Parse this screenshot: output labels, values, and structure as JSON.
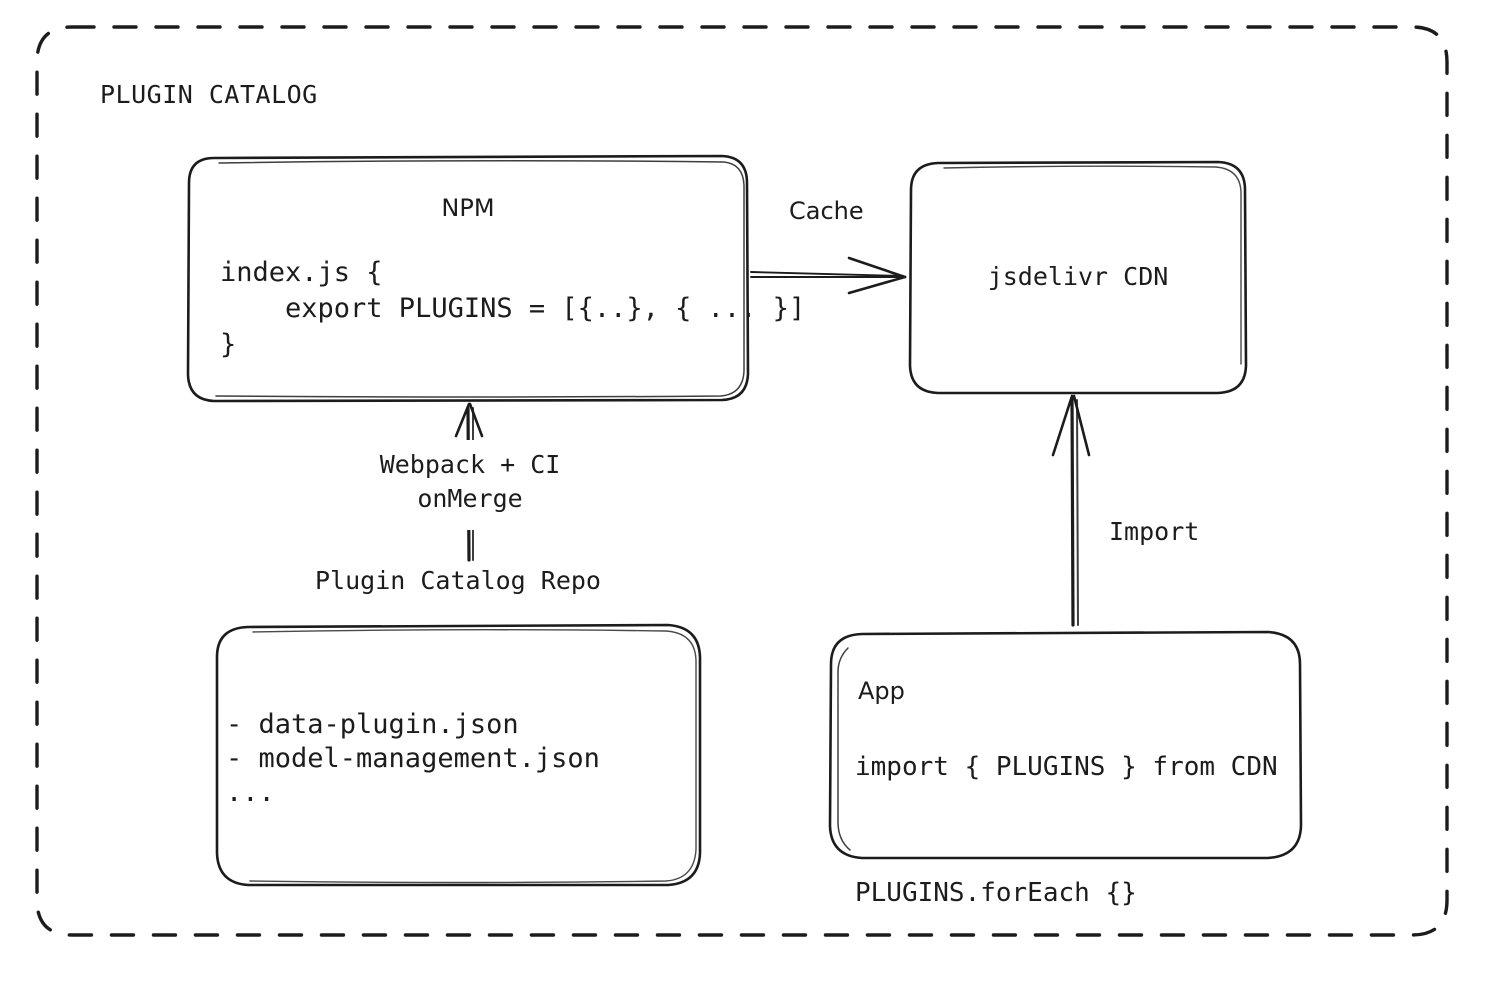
{
  "diagram": {
    "group_title": "PLUGIN CATALOG",
    "accent_color": "#1c1c1c",
    "background_color": "#ffffff",
    "nodes": {
      "npm": {
        "title": "NPM",
        "code": "index.js {\n    export PLUGINS = [{..}, { ... }]\n}"
      },
      "cdn": {
        "label": "jsdelivr CDN"
      },
      "repo": {
        "title": "Plugin Catalog Repo",
        "files": "- data-plugin.json\n- model-management.json\n..."
      },
      "app": {
        "title": "App",
        "code": "import { PLUGINS } from CDN\n\nPLUGINS.forEach {}"
      }
    },
    "edges": {
      "cache": {
        "label": "Cache"
      },
      "build": {
        "label": "Webpack + CI\nonMerge"
      },
      "import": {
        "label": "Import"
      }
    }
  }
}
